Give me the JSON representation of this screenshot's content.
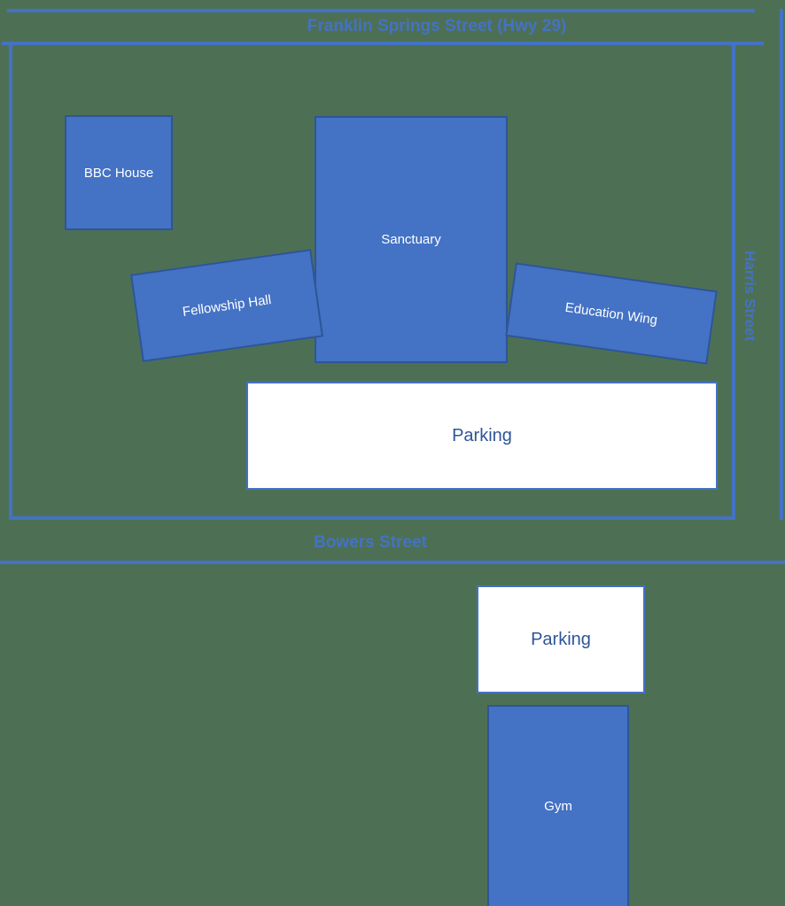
{
  "colors": {
    "bg": "#4d7054",
    "accent": "#4472c4",
    "building_fill": "#4472c4",
    "building_border": "#2e5597",
    "building_text": "#ffffff",
    "parking_fill": "#ffffff",
    "parking_text": "#2e5597"
  },
  "streets": {
    "franklin": "Franklin Springs Street (Hwy 29)",
    "harris": "Harris Street",
    "bowers": "Bowers Street"
  },
  "buildings": {
    "bbc_house": {
      "label": "BBC House"
    },
    "sanctuary": {
      "label": "Sanctuary"
    },
    "fellowship_hall": {
      "label": "Fellowship Hall"
    },
    "education_wing": {
      "label": "Education Wing"
    },
    "gym": {
      "label": "Gym"
    }
  },
  "parking_lots": {
    "upper": {
      "label": "Parking"
    },
    "lower": {
      "label": "Parking"
    }
  }
}
